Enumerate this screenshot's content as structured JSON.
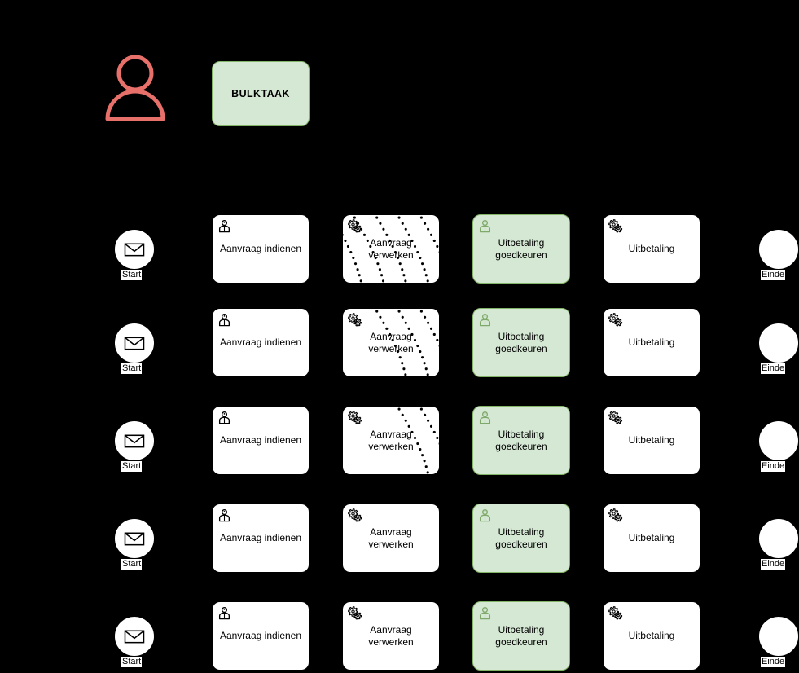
{
  "diagram": {
    "title": "BULKTAAK",
    "background_color": "#000000",
    "actor": {
      "icon": "user-actor-icon",
      "color": "#e8706a"
    },
    "bulk_task": {
      "label": "BULKTAAK",
      "fill": "#d5e8d4",
      "stroke": "#82b366"
    },
    "colors": {
      "task_fill": "#ffffff",
      "task_stroke": "#000000",
      "green_fill": "#d5e8d4",
      "green_stroke": "#82b366",
      "label_text": "#000000",
      "actor_stroke": "#e8706a"
    },
    "labels": {
      "start": "Start",
      "end": "Einde"
    },
    "steps": [
      {
        "key": "start",
        "label": "Start",
        "type": "message-start-event",
        "icon": "envelope-icon"
      },
      {
        "key": "aanvraag-indienen",
        "label": "Aanvraag indienen",
        "type": "user-task",
        "icon": "user-task-icon"
      },
      {
        "key": "aanvraag-verwerken",
        "label": "Aanvraag\nverwerken",
        "type": "service-task",
        "icon": "gear-task-icon"
      },
      {
        "key": "uitbetaling-goedkeuren",
        "label": "Uitbetaling\ngoedkeuren",
        "type": "user-task-highlighted",
        "icon": "user-task-icon"
      },
      {
        "key": "uitbetaling",
        "label": "Uitbetaling",
        "type": "service-task",
        "icon": "gear-task-icon"
      },
      {
        "key": "einde",
        "label": "Einde",
        "type": "end-event",
        "icon": "none"
      }
    ],
    "rows": [
      {
        "index": 1,
        "dot_lines": 5,
        "start": "Start",
        "task1": "Aanvraag indienen",
        "task2": "Aanvraag\nverwerken",
        "task3": "Uitbetaling\ngoedkeuren",
        "task4": "Uitbetaling",
        "end": "Einde"
      },
      {
        "index": 2,
        "dot_lines": 3,
        "start": "Start",
        "task1": "Aanvraag indienen",
        "task2": "Aanvraag\nverwerken",
        "task3": "Uitbetaling\ngoedkeuren",
        "task4": "Uitbetaling",
        "end": "Einde"
      },
      {
        "index": 3,
        "dot_lines": 2,
        "start": "Start",
        "task1": "Aanvraag indienen",
        "task2": "Aanvraag\nverwerken",
        "task3": "Uitbetaling\ngoedkeuren",
        "task4": "Uitbetaling",
        "end": "Einde"
      },
      {
        "index": 4,
        "dot_lines": 0,
        "start": "Start",
        "task1": "Aanvraag indienen",
        "task2": "Aanvraag\nverwerken",
        "task3": "Uitbetaling\ngoedkeuren",
        "task4": "Uitbetaling",
        "end": "Einde"
      },
      {
        "index": 5,
        "dot_lines": 0,
        "start": "Start",
        "task1": "Aanvraag indienen",
        "task2": "Aanvraag\nverwerken",
        "task3": "Uitbetaling\ngoedkeuren",
        "task4": "Uitbetaling",
        "end": "Einde"
      }
    ]
  }
}
